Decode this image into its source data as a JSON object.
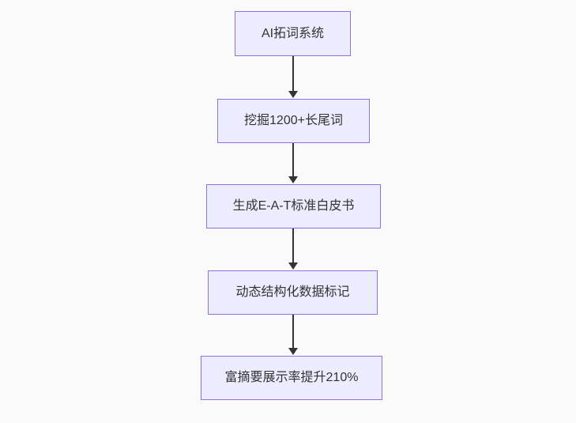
{
  "diagram": {
    "type": "flowchart",
    "direction": "top-down",
    "colors": {
      "background": "#fafafa",
      "node_fill": "#ECECFF",
      "node_border": "#9370DB",
      "text": "#333333",
      "arrow": "#333333"
    },
    "nodes": [
      {
        "id": "step-1",
        "label": "AI拓词系统"
      },
      {
        "id": "step-2",
        "label": "挖掘1200+长尾词"
      },
      {
        "id": "step-3",
        "label": "生成E-A-T标准白皮书"
      },
      {
        "id": "step-4",
        "label": "动态结构化数据标记"
      },
      {
        "id": "step-5",
        "label": "富摘要展示率提升210%"
      }
    ],
    "edges": [
      {
        "from": "step-1",
        "to": "step-2"
      },
      {
        "from": "step-2",
        "to": "step-3"
      },
      {
        "from": "step-3",
        "to": "step-4"
      },
      {
        "from": "step-4",
        "to": "step-5"
      }
    ]
  }
}
